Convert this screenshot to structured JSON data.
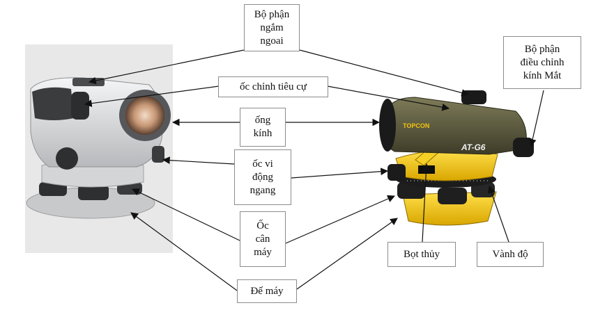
{
  "labels": {
    "bo_phan_ngam_ngoai": "Bộ phận\nngắm\nngoai",
    "bo_phan_dieu_chinh": "Bộ phận\nđiều chỉnh\nkính Mắt",
    "oc_chinh_tieu_cu": "ốc chỉnh tiêu cự",
    "ong_kinh": "ống\nkính",
    "oc_vi_dong_ngang": "ốc vi\nđộng\nngang",
    "oc_can_may": "Ốc\ncân\nmáy",
    "bot_thuy": "Bọt thủy",
    "vanh_do": "Vành độ",
    "de_may": "Đế máy"
  },
  "instrument_right": {
    "brand": "TOPCON",
    "model": "AT-G6"
  },
  "colors": {
    "arrow": "#111111",
    "label_border": "#8c8c8c",
    "photo_background": "#e6e6e6",
    "left_body": "#d9dadc",
    "right_body_yellow": "#f2c40f",
    "right_telescope_olive": "#5c5a3e"
  }
}
